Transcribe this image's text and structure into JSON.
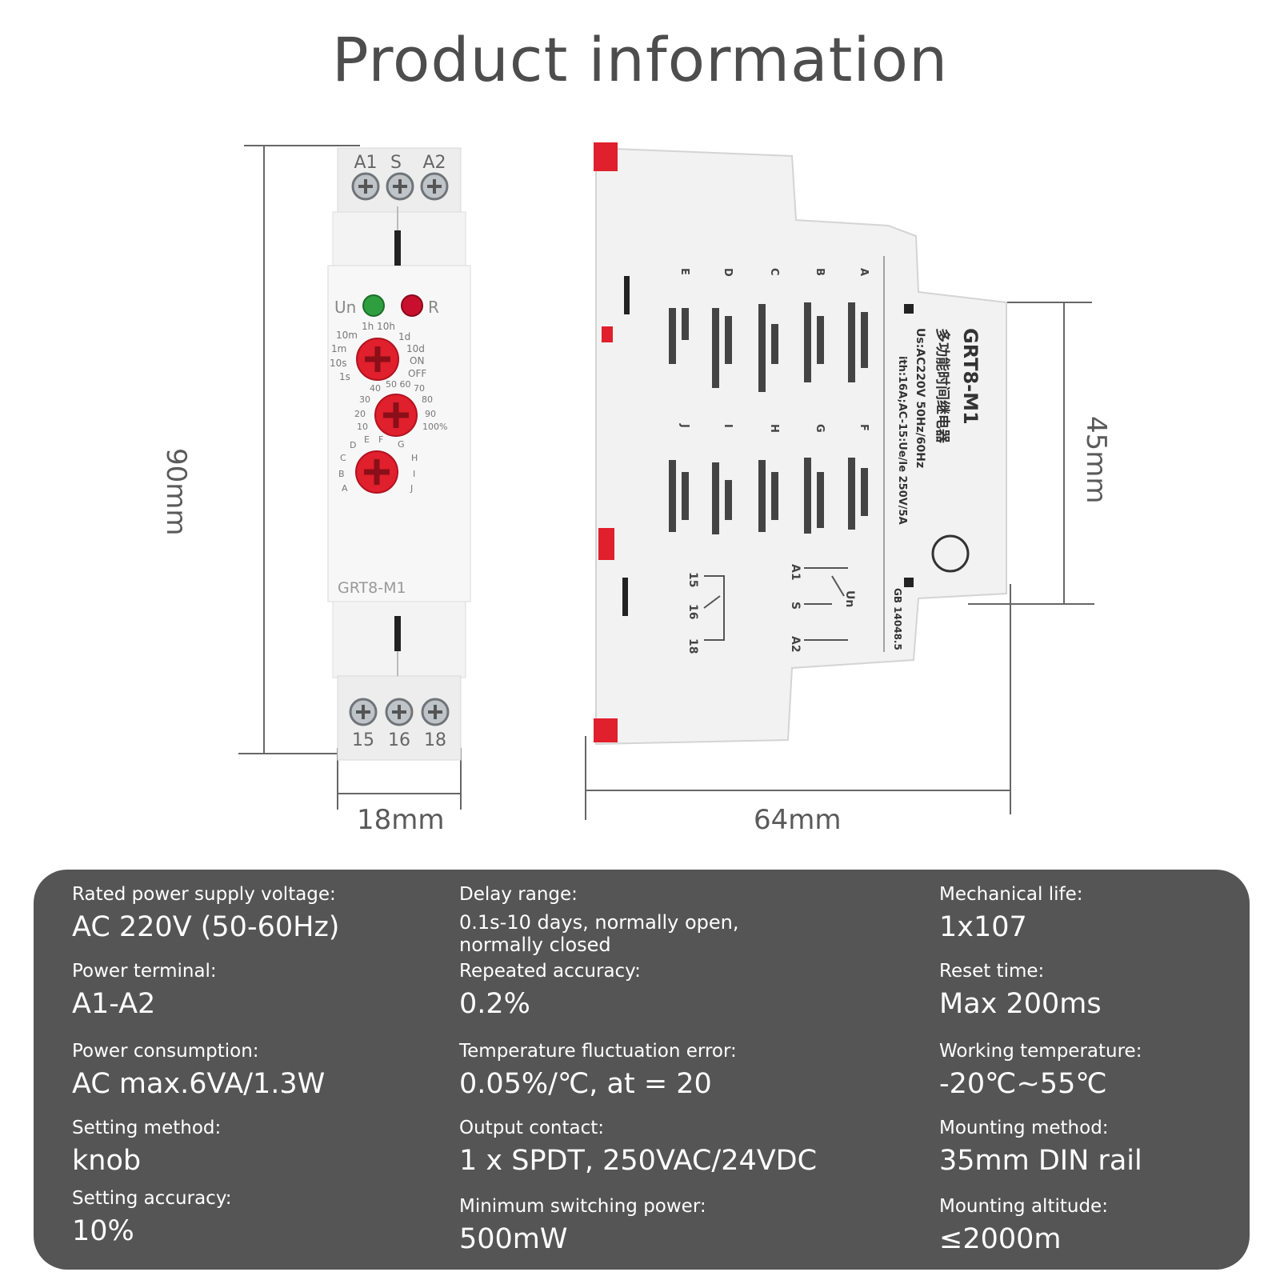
{
  "title": "Product information",
  "device": {
    "top_terminals": [
      "A1",
      "S",
      "A2"
    ],
    "bottom_terminals": [
      "15",
      "16",
      "18"
    ],
    "led_labels": [
      "Un",
      "R"
    ],
    "led_colors": {
      "un": "#2e9e3e",
      "r": "#c8102e"
    },
    "knob_color": "#e0202c",
    "knob1_scale_left": [
      "10m",
      "1m",
      "10s",
      "1s"
    ],
    "knob1_scale_top": "1h 10h",
    "knob1_scale_right": [
      "1d",
      "10d",
      "ON",
      "OFF"
    ],
    "knob2_scale": [
      "40",
      "50 60",
      "70",
      "30",
      "80",
      "20",
      "90",
      "10",
      "100%"
    ],
    "knob3_scale_left": [
      "D",
      "E",
      "F",
      "C",
      "B",
      "A"
    ],
    "knob3_scale_right": [
      "G",
      "H",
      "I",
      "J"
    ],
    "model_label": "GRT8-M1"
  },
  "side_view": {
    "model": "GRT8-M1",
    "chinese_name": "多功能时间继电器",
    "rating_line1": "Us:AC220V 50Hz/60Hz",
    "rating_line2": "ith:16A;AC-15:Ue/Ie 250V/5A",
    "standard": "GB 14048.5",
    "mode_letters_row1": [
      "E",
      "D",
      "C",
      "B",
      "A"
    ],
    "mode_letters_row2": [
      "J",
      "I",
      "H",
      "G",
      "F"
    ],
    "wiring_labels": [
      "15",
      "16",
      "18",
      "A1",
      "S",
      "A2",
      "Un"
    ]
  },
  "dimensions": {
    "height": "90mm",
    "width": "18mm",
    "depth": "64mm",
    "side_height": "45mm"
  },
  "specs": {
    "col1": [
      {
        "label": "Rated power supply voltage:",
        "value": "AC 220V (50-60Hz)"
      },
      {
        "label": "Power terminal:",
        "value": "A1-A2"
      },
      {
        "label": "Power consumption:",
        "value": "AC max.6VA/1.3W"
      },
      {
        "label": "Setting method:",
        "value": "knob"
      },
      {
        "label": "Setting accuracy:",
        "value": "10%"
      }
    ],
    "col2": [
      {
        "label": "Delay range:",
        "value": "0.1s-10 days, normally open, normally closed"
      },
      {
        "label": "Repeated accuracy:",
        "value": "0.2%"
      },
      {
        "label": "Temperature fluctuation error:",
        "value": "0.05%/℃, at = 20"
      },
      {
        "label": "Output contact:",
        "value": "1 x SPDT, 250VAC/24VDC"
      },
      {
        "label": "Minimum switching power:",
        "value": "500mW"
      }
    ],
    "col3": [
      {
        "label": "Mechanical life:",
        "value": "1x107"
      },
      {
        "label": "Reset time:",
        "value": "Max 200ms"
      },
      {
        "label": "Working temperature:",
        "value": "-20℃~55℃"
      },
      {
        "label": "Mounting method:",
        "value": "35mm DIN rail"
      },
      {
        "label": "Mounting altitude:",
        "value": "≤2000m"
      }
    ]
  }
}
